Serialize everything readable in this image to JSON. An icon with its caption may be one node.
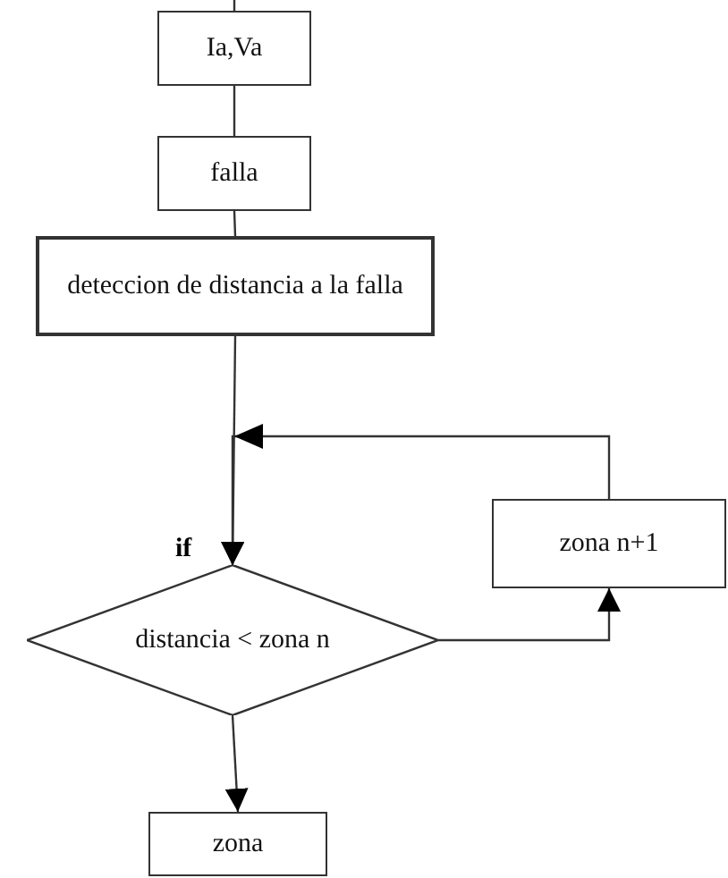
{
  "diagram": {
    "nodes": [
      {
        "text": [
          "Ia,Va"
        ]
      },
      {
        "text": [
          "falla"
        ]
      },
      {
        "text": [
          "deteccion de distancia a la falla"
        ]
      },
      {
        "text": [
          "distancia < zona n"
        ]
      },
      {
        "text": [
          "zona n+1"
        ]
      },
      {
        "text": [
          "zona"
        ]
      }
    ],
    "edges": [
      {
        "from": null,
        "to": 0,
        "arrow": "none"
      },
      {
        "from": 0,
        "to": 1,
        "arrow": "none"
      },
      {
        "from": 1,
        "to": 2,
        "arrow": "none"
      },
      {
        "from": 2,
        "to": 3,
        "arrow": "to"
      },
      {
        "from": 3,
        "to": 4,
        "arrow": "to"
      },
      {
        "from": 4,
        "to": 3,
        "arrow": "to"
      },
      {
        "from": 3,
        "to": 5,
        "arrow": "to"
      }
    ],
    "labels": [
      "if"
    ]
  }
}
